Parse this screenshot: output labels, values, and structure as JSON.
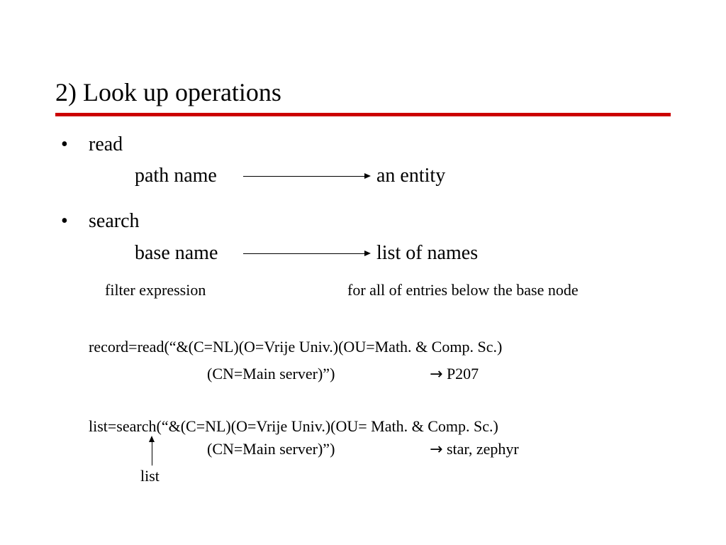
{
  "title": "2) Look up operations",
  "bullet_glyph": "•",
  "read": {
    "label": "read",
    "from": "path name",
    "to": "an entity"
  },
  "search": {
    "label": "search",
    "from": "base name",
    "to": "list of names",
    "filter": "filter expression",
    "scope": "for all of entries below the base node"
  },
  "example_read": {
    "line1": "record=read(“&(C=NL)(O=Vrije Univ.)(OU=Math. & Comp. Sc.)",
    "line2": "(CN=Main server)”)",
    "arrow": "→",
    "result": "P207"
  },
  "example_search": {
    "line1": "list=search(“&(C=NL)(O=Vrije Univ.)(OU= Math. & Comp. Sc.)",
    "line2": "(CN=Main server)”)",
    "arrow": "→",
    "result": "star, zephyr",
    "annotation": "list"
  }
}
